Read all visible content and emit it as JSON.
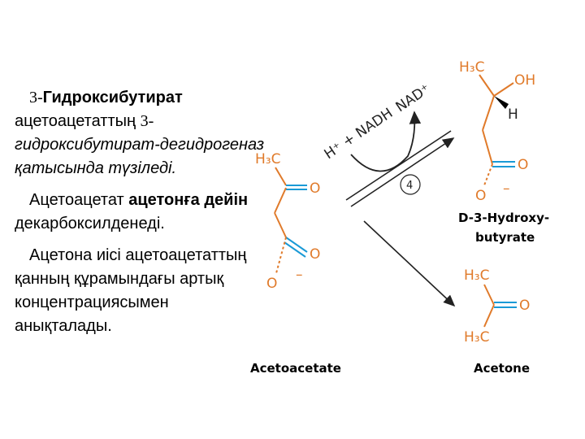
{
  "text": {
    "para1": {
      "line1_num": "3-",
      "line1_word": "Гидроксибутират",
      "line2_a": "ацетоацетаттың",
      "line2_b": "3-",
      "line3": "гидроксибутират-дегидрогеназ",
      "line4": "қатысында түзіледі."
    },
    "para2": {
      "line1_a": "Ацетоацетат",
      "line1_b": "ацетонға дейін",
      "line2": "декарбоксилденеді."
    },
    "para3": {
      "line1": "Ацетона иісі ацетоацетаттың",
      "line2": "қанның құрамындағы артық",
      "line3": "концентрациясымен",
      "line4": "анықталады."
    }
  },
  "diagram": {
    "acetoacetate": {
      "ch3": "H₃C",
      "o1": "O",
      "o2": "O",
      "o3": "O",
      "charge": "–",
      "name": "Acetoacetate"
    },
    "hydroxybutyrate": {
      "ch3": "H₃C",
      "oh": "OH",
      "h": "H",
      "o1": "O",
      "o2": "O",
      "charge": "–",
      "name_line1": "D-3-Hydroxy-",
      "name_line2": "butyrate"
    },
    "acetone": {
      "ch3_top": "H₃C",
      "ch3_bottom": "H₃C",
      "o": "O",
      "name": "Acetone"
    },
    "reaction": {
      "cofactor_in": "H⁺ + NADH",
      "cofactor_out": "NAD⁺",
      "enzyme_number": "4"
    }
  }
}
